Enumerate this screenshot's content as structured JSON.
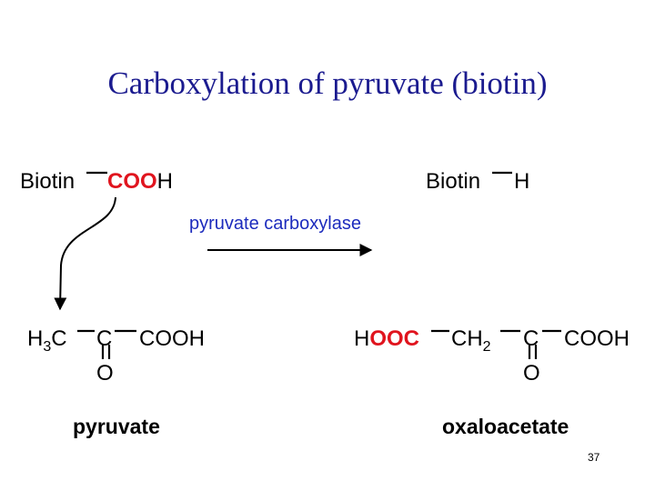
{
  "title": "Carboxylation of pyruvate (biotin)",
  "colors": {
    "title": "#1b1b8f",
    "carboxyl": "#e0141e",
    "enzyme": "#1c2bbd",
    "text": "#000000"
  },
  "reactants": {
    "biotin_cooh": {
      "biotin": "Biotin",
      "co": "CO",
      "o": "O",
      "h": "H"
    },
    "pyruvate": {
      "h3c": "H",
      "sub3": "3",
      "c_after_sub": "C",
      "carbonyl_c": "C",
      "cooh": "COOH",
      "oxygen": "O",
      "name": "pyruvate"
    }
  },
  "enzyme": "pyruvate carboxylase",
  "products": {
    "biotin_h": {
      "biotin": "Biotin",
      "h": "H"
    },
    "oxaloacetate": {
      "h": "H",
      "ooc": "OOC",
      "ch": "CH",
      "sub2": "2",
      "carbonyl_c": "C",
      "cooh": "COOH",
      "oxygen": "O",
      "name": "oxaloacetate"
    }
  },
  "page_number": "37"
}
